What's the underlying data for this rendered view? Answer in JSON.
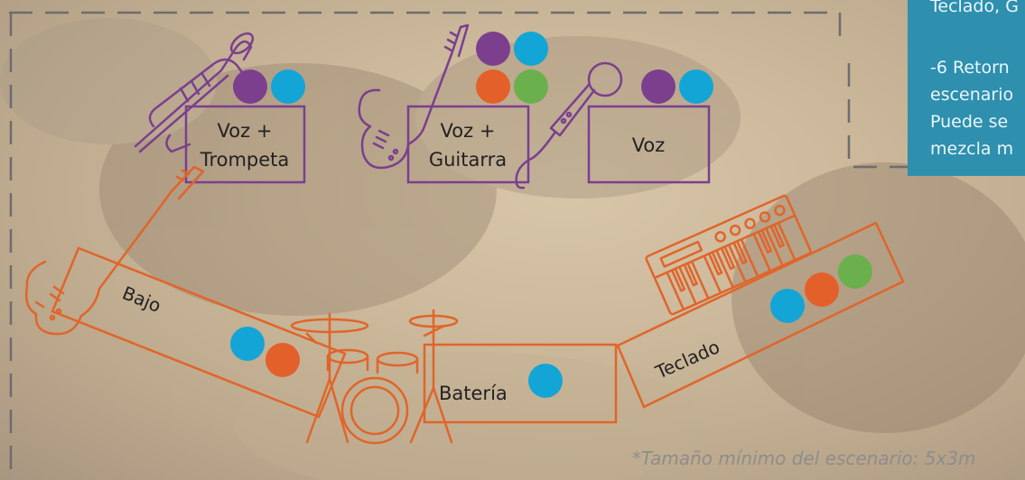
{
  "positions": {
    "trumpet": {
      "label_line1": "Voz +",
      "label_line2": "Trompeta"
    },
    "guitar": {
      "label_line1": "Voz +",
      "label_line2": "Guitarra"
    },
    "mic": {
      "label": "Voz"
    },
    "bass": {
      "label": "Bajo"
    },
    "drums": {
      "label": "Batería"
    },
    "keyboard": {
      "label": "Teclado"
    }
  },
  "info_panel": {
    "lines": [
      "Teclado, G",
      "-6 Retorn",
      "escenario",
      "Puede se",
      "mezcla m"
    ]
  },
  "note": "*Tamaño mínimo del escenario: 5x3m",
  "colors": {
    "purple": "#7b3f8e",
    "blue": "#13a5d6",
    "orange": "#e3602a",
    "green": "#6ab04c",
    "panel": "#2e8fae",
    "instrument_orange": "#e0652a"
  }
}
